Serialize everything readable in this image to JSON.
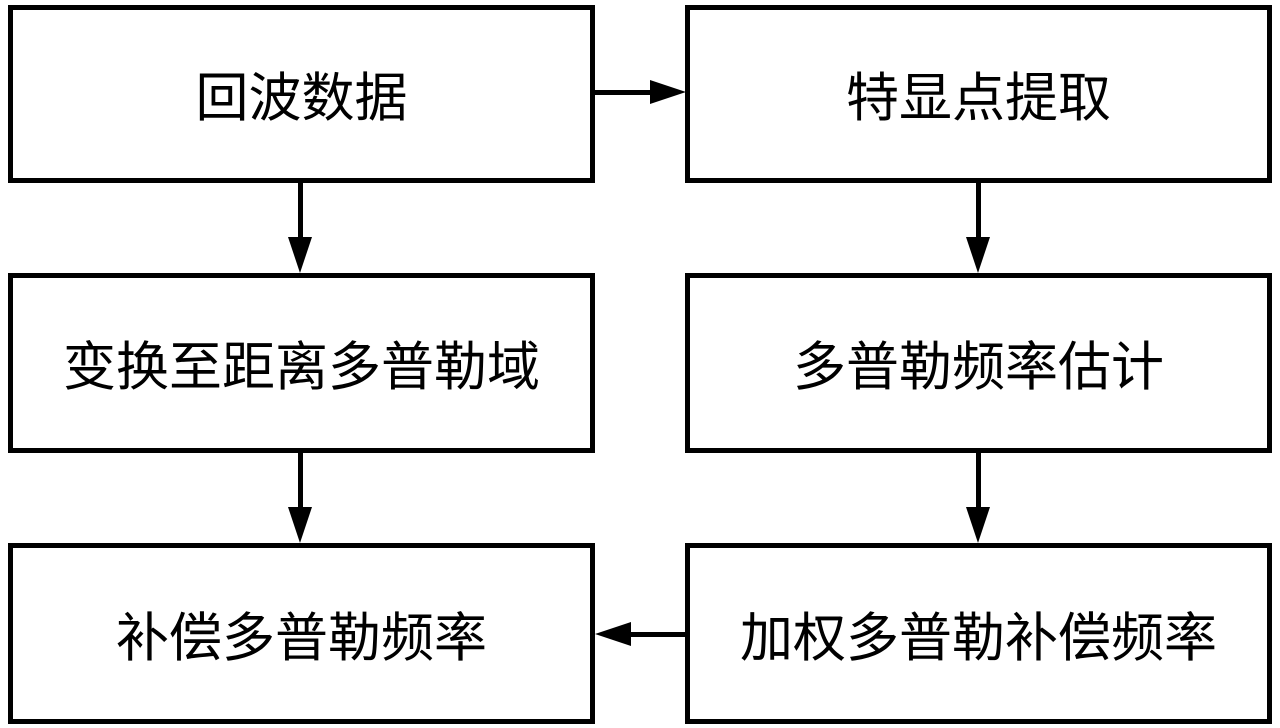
{
  "diagram": {
    "type": "flowchart",
    "colors": {
      "background": "#ffffff",
      "line": "#000000",
      "text": "#000000"
    },
    "boxes": [
      {
        "id": "echo-data",
        "label": "回波数据"
      },
      {
        "id": "prominent-point-extraction",
        "label": "特显点提取"
      },
      {
        "id": "transform-to-range-doppler-domain",
        "label": "变换至距离多普勒域"
      },
      {
        "id": "doppler-frequency-estimation",
        "label": "多普勒频率估计"
      },
      {
        "id": "compensate-doppler-frequency",
        "label": "补偿多普勒频率"
      },
      {
        "id": "weighted-doppler-compensation-frequency",
        "label": "加权多普勒补偿频率"
      }
    ],
    "arrows": [
      {
        "from": "echo-data",
        "to": "prominent-point-extraction",
        "direction": "right"
      },
      {
        "from": "echo-data",
        "to": "transform-to-range-doppler-domain",
        "direction": "down"
      },
      {
        "from": "prominent-point-extraction",
        "to": "doppler-frequency-estimation",
        "direction": "down"
      },
      {
        "from": "transform-to-range-doppler-domain",
        "to": "compensate-doppler-frequency",
        "direction": "down"
      },
      {
        "from": "doppler-frequency-estimation",
        "to": "weighted-doppler-compensation-frequency",
        "direction": "down"
      },
      {
        "from": "weighted-doppler-compensation-frequency",
        "to": "compensate-doppler-frequency",
        "direction": "left"
      }
    ]
  }
}
